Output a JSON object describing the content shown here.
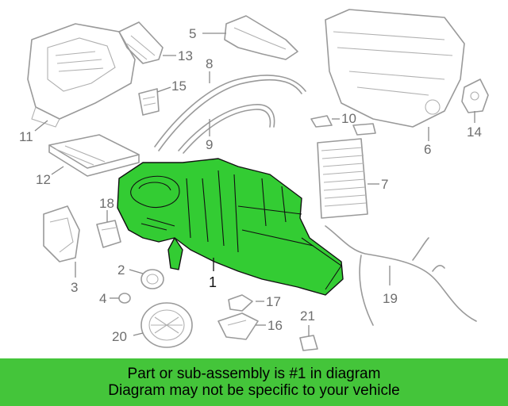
{
  "callouts": {
    "c1": "1",
    "c2": "2",
    "c3": "3",
    "c4": "4",
    "c5": "5",
    "c6": "6",
    "c7": "7",
    "c8": "8",
    "c9": "9",
    "c10": "10",
    "c11": "11",
    "c12": "12",
    "c13": "13",
    "c14": "14",
    "c15": "15",
    "c16": "16",
    "c17": "17",
    "c18": "18",
    "c19": "19",
    "c20": "20",
    "c21": "21"
  },
  "banner": {
    "line1": "Part or sub-assembly is #1 in diagram",
    "line2": "Diagram may not be specific to your vehicle"
  },
  "colors": {
    "highlight": "#33cc33",
    "banner": "#44c53a",
    "linework": "#9a9a9a"
  }
}
